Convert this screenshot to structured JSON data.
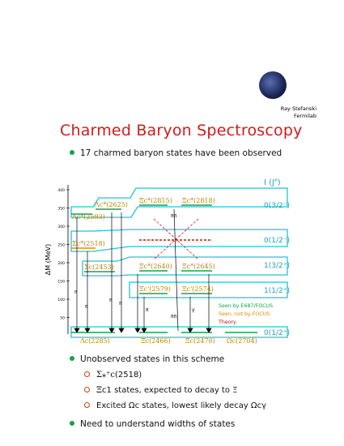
{
  "author": {
    "line1": "Ray Stefanski",
    "line2": "Fermilab"
  },
  "title": "Charmed Baryon Spectroscopy",
  "bullets": [
    "17 charmed baryon states have been observed",
    "Unobserved states in this scheme",
    "Need to understand widths of states"
  ],
  "subbullets": [
    {
      "sym": "Σ⁎⁺c",
      "text": "(2518)"
    },
    {
      "sym": "Ξ",
      "text": "c1 states, expected to decay to Ξ"
    },
    {
      "sym": "",
      "text": "Excited Ωc states, lowest likely decay Ωcγ"
    }
  ],
  "diagram": {
    "yaxis_label": "ΔM (MeV)",
    "yticks": [
      "400",
      "350",
      "300",
      "250",
      "200",
      "150",
      "100",
      "50"
    ],
    "column_header": "I (Jᴾ)",
    "states": {
      "lc2625": "Λc*(2625)",
      "lc2593": "Λc*(2593)",
      "sc2518": "Σc*(2518)",
      "sc2453": "Σc(2453)",
      "lc2285": "Λc(2285)",
      "xc2815": "Ξc*(2815)",
      "xc2818": "Ξc*(2818)",
      "xc2640": "Ξc*(2640)",
      "xc2645": "Ξc*(2645)",
      "xc2574": "Ξc'(2574)",
      "xc2579": "Ξc'(2579)",
      "xc2466": "Ξc(2466)",
      "xc2470": "Ξc(2470)",
      "om2704": "Ωc(2704)"
    },
    "qnums": [
      "0(3/2⁻)",
      "0(1/2⁻)",
      "1(3/2⁺)",
      "1(1/2⁺)",
      "0(1/2⁺)"
    ],
    "legend": {
      "seen": "Seen by E687/FOCUS",
      "seen_not": "Seen, not by FOCUS",
      "theory": "Theory"
    },
    "decay_labels": {
      "pi": "π",
      "gamma": "γ",
      "pipi": "ππ"
    }
  },
  "colors": {
    "title": "#d41a1a",
    "boxes": "#22c4d4",
    "seen": "#16a34a",
    "seen_not": "#e28a00",
    "theory": "#cc1111",
    "bullet": "#16a34a"
  }
}
